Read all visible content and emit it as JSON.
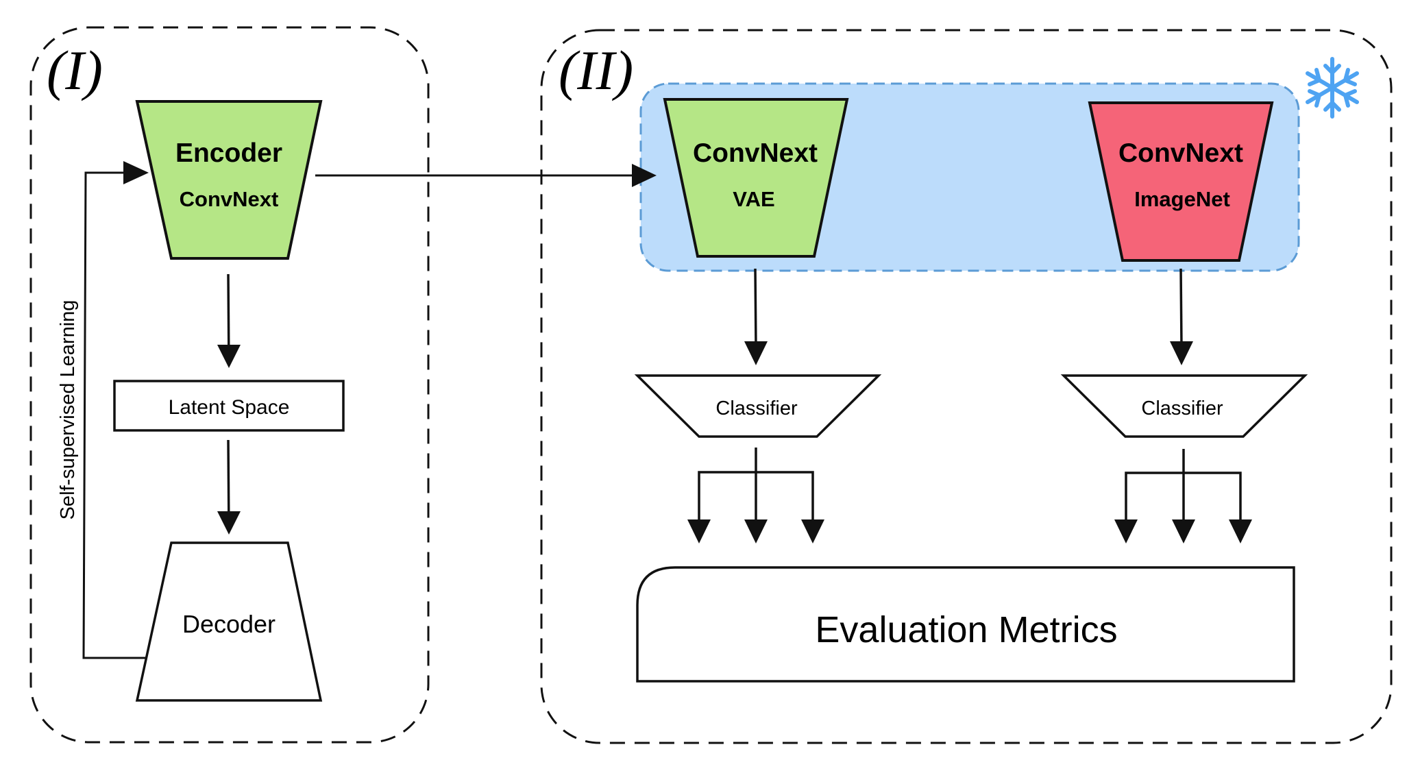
{
  "panels": {
    "left": {
      "label": "(I)"
    },
    "right": {
      "label": "(II)"
    }
  },
  "left": {
    "encoder": {
      "title": "Encoder",
      "subtitle": "ConvNext",
      "color": "#b5e686"
    },
    "latent": {
      "label": "Latent Space"
    },
    "decoder": {
      "label": "Decoder"
    },
    "feedback": {
      "label": "Self-supervised Learning"
    }
  },
  "right": {
    "frozen": {
      "color": "#bcdcfb",
      "border": "#5b9bd5",
      "icon": "snowflake-icon"
    },
    "vae": {
      "title": "ConvNext",
      "subtitle": "VAE",
      "color": "#b5e686"
    },
    "imagenet": {
      "title": "ConvNext",
      "subtitle": "ImageNet",
      "color": "#f56478"
    },
    "classifier_left": {
      "label": "Classifier"
    },
    "classifier_right": {
      "label": "Classifier"
    },
    "metrics": {
      "label": "Evaluation Metrics"
    }
  }
}
